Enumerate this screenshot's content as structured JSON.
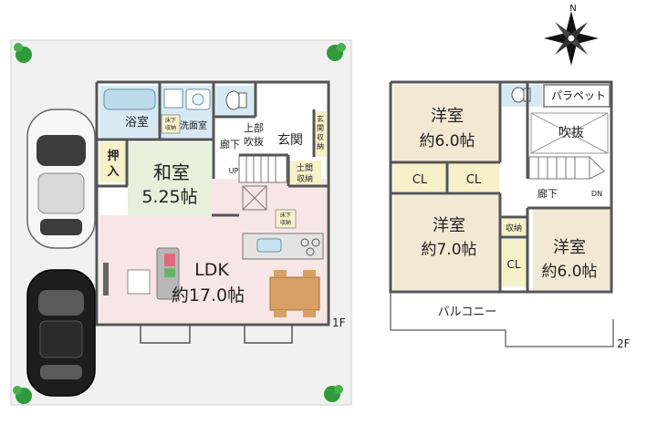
{
  "floor1": {
    "label": "1F",
    "rooms": {
      "bath": "浴室",
      "washroom": "洗面室",
      "underfloor_storage_1": [
        "床下",
        "収納"
      ],
      "oshiire": [
        "押",
        "入"
      ],
      "washitsu": {
        "name": "和室",
        "size": "5.25帖"
      },
      "upper_atrium": [
        "上部",
        "吹抜"
      ],
      "hallway": "廊下",
      "entrance": "玄関",
      "entrance_storage": [
        "玄",
        "関",
        "収",
        "納"
      ],
      "doma_storage": [
        "土間",
        "収納"
      ],
      "up_mark": "UP",
      "underfloor_storage_2": [
        "床下",
        "収納"
      ],
      "ldk": {
        "name": "LDK",
        "size": "約17.0帖"
      }
    }
  },
  "floor2": {
    "label": "2F",
    "rooms": {
      "western_1": {
        "name": "洋室",
        "size": "約6.0帖"
      },
      "parapet": "パラペット",
      "atrium": "吹抜",
      "cl_left": "CL",
      "cl_mid": "CL",
      "hallway": "廊下",
      "dn_mark": "DN",
      "western_2": {
        "name": "洋室",
        "size": "約7.0帖"
      },
      "storage": "収納",
      "cl_small": "CL",
      "western_3": {
        "name": "洋室",
        "size": "約6.0帖"
      },
      "balcony": "バルコニー"
    }
  },
  "compass": {
    "north": "N"
  },
  "colors": {
    "washitsu": "#e6f0da",
    "ldk": "#f8e6e6",
    "western": "#f3e8d4",
    "closet": "#f7f1c9",
    "wet": "#d7eaf4",
    "walls": "#555555",
    "plot": "#f1f1f1",
    "table": "#d9a066"
  }
}
